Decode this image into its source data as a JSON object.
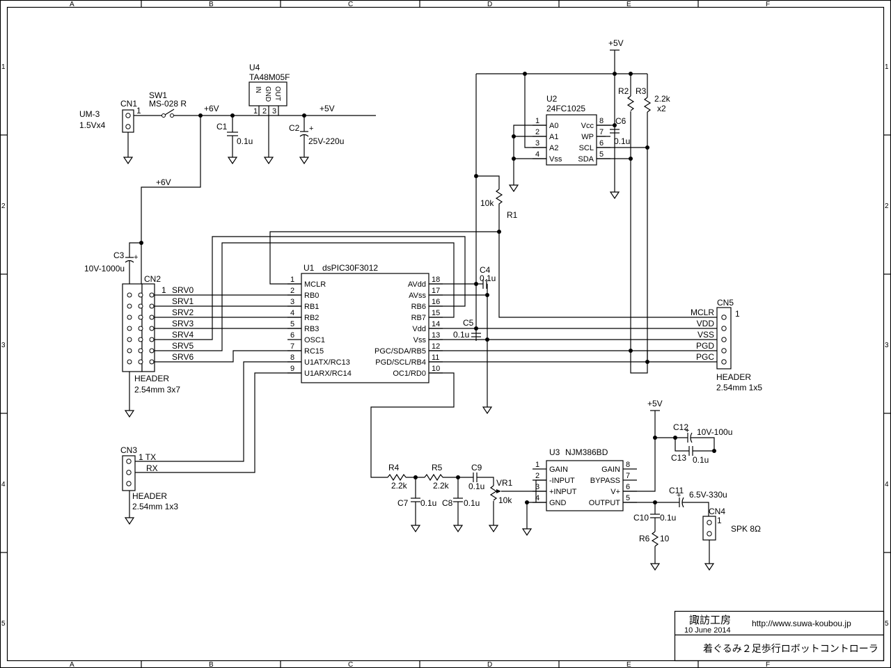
{
  "frame": {
    "columns": [
      "A",
      "B",
      "C",
      "D",
      "E",
      "F"
    ],
    "rows": [
      "1",
      "2",
      "3",
      "4",
      "5"
    ]
  },
  "title_block": {
    "company": "諏訪工房",
    "url": "http://www.suwa-koubou.jp",
    "date": "10 June 2014",
    "title": "着ぐるみ２足歩行ロボットコントローラ"
  },
  "battery": {
    "name": "UM-3",
    "value": "1.5Vx4"
  },
  "cn1": {
    "ref": "CN1",
    "pin": "1"
  },
  "sw1": {
    "ref": "SW1",
    "part": "MS-028 R"
  },
  "net_6v": "+6V",
  "net_6v_b": "+6V",
  "net_5v": "+5V",
  "u4": {
    "ref": "U4",
    "part": "TA48M05F",
    "pin_in": "IN",
    "pin_gnd": "GND",
    "pin_out": "OUT",
    "p1": "1",
    "p2": "2",
    "p3": "3"
  },
  "c1": {
    "ref": "C1",
    "value": "0.1u"
  },
  "c2": {
    "ref": "C2",
    "value": "25V-220u"
  },
  "c3": {
    "ref": "C3",
    "value": "10V-1000u"
  },
  "u2": {
    "ref": "U2",
    "part": "24FC1025",
    "left_pins": [
      {
        "num": "1",
        "name": "A0"
      },
      {
        "num": "2",
        "name": "A1"
      },
      {
        "num": "3",
        "name": "A2"
      },
      {
        "num": "4",
        "name": "Vss"
      }
    ],
    "right_pins": [
      {
        "num": "8",
        "name": "Vcc"
      },
      {
        "num": "7",
        "name": "WP"
      },
      {
        "num": "6",
        "name": "SCL"
      },
      {
        "num": "5",
        "name": "SDA"
      }
    ]
  },
  "c6": {
    "ref": "C6",
    "value": "0.1u"
  },
  "r2": {
    "ref": "R2"
  },
  "r3": {
    "ref": "R3",
    "value": "2.2k",
    "mult": "x2"
  },
  "r1": {
    "ref": "R1",
    "value": "10k"
  },
  "net_5v_top": "+5V",
  "net_5v_amp": "+5V",
  "u1": {
    "ref": "U1",
    "part": "dsPIC30F3012",
    "left_pins": [
      {
        "num": "1",
        "name": "MCLR"
      },
      {
        "num": "2",
        "name": "RB0"
      },
      {
        "num": "3",
        "name": "RB1"
      },
      {
        "num": "4",
        "name": "RB2"
      },
      {
        "num": "5",
        "name": "RB3"
      },
      {
        "num": "6",
        "name": "OSC1"
      },
      {
        "num": "7",
        "name": "RC15"
      },
      {
        "num": "8",
        "name": "U1ATX/RC13"
      },
      {
        "num": "9",
        "name": "U1ARX/RC14"
      }
    ],
    "right_pins": [
      {
        "num": "18",
        "name": "AVdd"
      },
      {
        "num": "17",
        "name": "AVss"
      },
      {
        "num": "16",
        "name": "RB6"
      },
      {
        "num": "15",
        "name": "RB7"
      },
      {
        "num": "14",
        "name": "Vdd"
      },
      {
        "num": "13",
        "name": "Vss"
      },
      {
        "num": "12",
        "name": "PGC/SDA/RB5"
      },
      {
        "num": "11",
        "name": "PGD/SCL/RB4"
      },
      {
        "num": "10",
        "name": "OC1/RD0"
      }
    ]
  },
  "c4": {
    "ref": "C4",
    "value": "0.1u"
  },
  "c5": {
    "ref": "C5",
    "value": "0.1u"
  },
  "cn2": {
    "ref": "CN2",
    "pin": "1",
    "type": "HEADER",
    "size": "2.54mm 3x7",
    "signals": [
      "SRV0",
      "SRV1",
      "SRV2",
      "SRV3",
      "SRV4",
      "SRV5",
      "SRV6"
    ]
  },
  "cn5": {
    "ref": "CN5",
    "pin": "1",
    "type": "HEADER",
    "size": "2.54mm 1x5",
    "signals": [
      "MCLR",
      "VDD",
      "VSS",
      "PGD",
      "PGC"
    ]
  },
  "cn3": {
    "ref": "CN3",
    "type": "HEADER",
    "size": "2.54mm 1x3",
    "signals": [
      "1 TX",
      "RX"
    ]
  },
  "r4": {
    "ref": "R4",
    "value": "2.2k"
  },
  "r5": {
    "ref": "R5",
    "value": "2.2k"
  },
  "c9": {
    "ref": "C9",
    "value": "0.1u"
  },
  "c7": {
    "ref": "C7",
    "value": "0.1u"
  },
  "c8": {
    "ref": "C8",
    "value": "0.1u"
  },
  "vr1": {
    "ref": "VR1",
    "value": "10k"
  },
  "u3": {
    "ref": "U3",
    "part": "NJM386BD",
    "left_pins": [
      {
        "num": "1",
        "name": "GAIN"
      },
      {
        "num": "2",
        "name": "-INPUT"
      },
      {
        "num": "3",
        "name": "+INPUT"
      },
      {
        "num": "4",
        "name": "GND"
      }
    ],
    "right_pins": [
      {
        "num": "8",
        "name": "GAIN"
      },
      {
        "num": "7",
        "name": "BYPASS"
      },
      {
        "num": "6",
        "name": "V+"
      },
      {
        "num": "5",
        "name": "OUTPUT"
      }
    ]
  },
  "c12": {
    "ref": "C12",
    "value": "10V-100u"
  },
  "c13": {
    "ref": "C13",
    "value": "0.1u"
  },
  "c11": {
    "ref": "C11",
    "value": "6.5V-330u"
  },
  "c10": {
    "ref": "C10",
    "value": "0.1u"
  },
  "r6": {
    "ref": "R6",
    "value": "10"
  },
  "cn4": {
    "ref": "CN4",
    "pin": "1",
    "label": "SPK 8Ω"
  }
}
